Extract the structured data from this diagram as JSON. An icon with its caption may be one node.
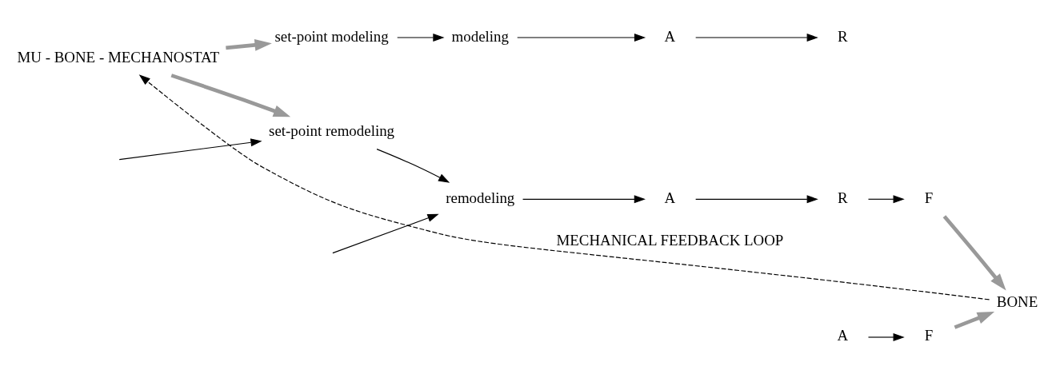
{
  "diagram": {
    "nodes": [
      {
        "text": [
          "MU - BONE - MECHANOSTAT"
        ]
      },
      {
        "text": [
          "set-point modeling"
        ]
      },
      {
        "text": [
          "modeling"
        ]
      },
      {
        "text": [
          "A"
        ]
      },
      {
        "text": [
          "R"
        ]
      },
      {
        "text": [
          "A"
        ]
      },
      {
        "text": [
          "F"
        ]
      },
      {
        "text": [
          "BONE"
        ]
      },
      {
        "text": [
          "set-point remodeling"
        ]
      },
      {
        "text": [
          "remodeling"
        ]
      },
      {
        "text": [
          "A"
        ]
      },
      {
        "text": [
          "R"
        ]
      },
      {
        "text": [
          "F"
        ]
      }
    ],
    "edges": [
      {
        "from": 7,
        "to": 0,
        "arrow": "to",
        "label": "MECHANICAL FEEDBACK LOOP",
        "style": "dashed"
      },
      {
        "from": 0,
        "to": 1,
        "arrow": "to",
        "style": "thick",
        "color": "#999999"
      },
      {
        "from": 0,
        "to": 8,
        "arrow": "to",
        "style": "thick",
        "color": "#999999"
      },
      {
        "from": 1,
        "to": 2,
        "arrow": "to"
      },
      {
        "from": 2,
        "to": 3,
        "arrow": "to"
      },
      {
        "from": 3,
        "to": 4,
        "arrow": "to"
      },
      {
        "from": 5,
        "to": 6,
        "arrow": "to"
      },
      {
        "from": 6,
        "to": 7,
        "arrow": "to",
        "style": "thick",
        "color": "#999999"
      },
      {
        "from": 8,
        "to": 9,
        "arrow": "to"
      },
      {
        "from": 9,
        "to": 10,
        "arrow": "to"
      },
      {
        "from": 10,
        "to": 11,
        "arrow": "to"
      },
      {
        "from": 11,
        "to": 12,
        "arrow": "to"
      },
      {
        "from": 12,
        "to": 7,
        "arrow": "to",
        "style": "thick",
        "color": "#999999"
      },
      {
        "from": null,
        "to": 8,
        "arrow": "to"
      },
      {
        "from": null,
        "to": 9,
        "arrow": "to"
      }
    ]
  }
}
